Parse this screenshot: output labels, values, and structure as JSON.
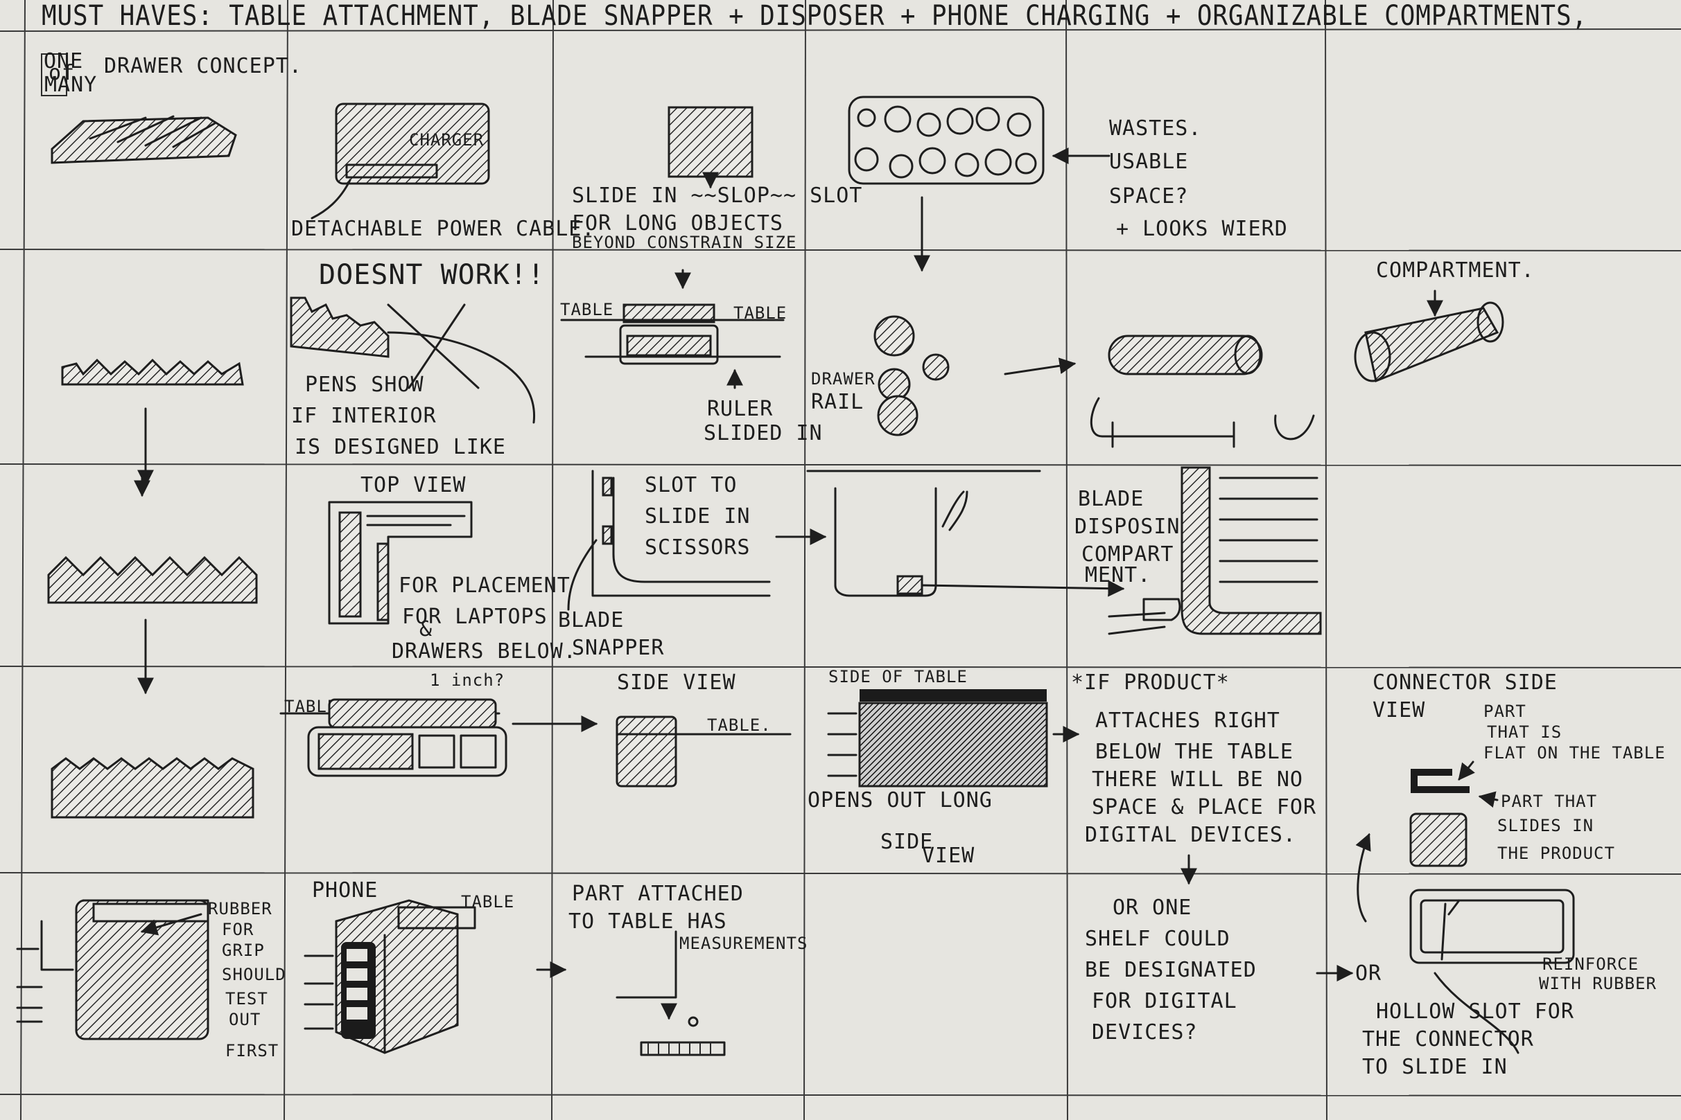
{
  "header": "MUST HAVES: TABLE ATTACHMENT, BLADE SNAPPER + DISPOSER + PHONE CHARGING + ORGANIZABLE COMPARTMENTS,",
  "row1": {
    "badge_top": "ONE",
    "badge_mid": "of",
    "badge_bot": "MANY",
    "drawer_concept": "DRAWER CONCEPT.",
    "charger_label": "CHARGER",
    "power_cable": "DETACHABLE POWER CABLE.",
    "slot_line1": "SLIDE IN ~~SLOP~~ SLOT",
    "slot_line2": "FOR LONG OBJECTS",
    "slot_line3": "BEYOND CONSTRAIN SIZE",
    "wastes_1": "WASTES.",
    "wastes_2": "USABLE",
    "wastes_3": "SPACE?",
    "wastes_4": "+ LOOKS WIERD"
  },
  "row2": {
    "doesnt_work": "DOESNT WORK!!",
    "pens_1": "PENS SHOW",
    "pens_2": "IF INTERIOR",
    "pens_3": "IS DESIGNED LIKE",
    "table_left": "TABLE",
    "table_right": "TABLE",
    "ruler_1": "RULER",
    "ruler_2": "SLIDED IN",
    "drawer_rail_1": "DRAWER",
    "drawer_rail_2": "RAIL",
    "compartment": "COMPARTMENT."
  },
  "row3": {
    "top_view": "TOP VIEW",
    "placement_1": "FOR PLACEMENT",
    "placement_2": "FOR LAPTOPS",
    "placement_3": "&",
    "placement_4": "DRAWERS BELOW.",
    "slot_to_1": "SLOT TO",
    "slot_to_2": "SLIDE IN",
    "slot_to_3": "SCISSORS",
    "blade_snapper_1": "BLADE",
    "blade_snapper_2": "SNAPPER",
    "blade_disp_1": "BLADE",
    "blade_disp_2": "DISPOSING",
    "blade_disp_3": "COMPART",
    "blade_disp_4": "MENT."
  },
  "row4": {
    "inch": "1 inch?",
    "table_small": "TABLE",
    "side_view": "SIDE VIEW",
    "table_side": "TABLE.",
    "side_of_table": "SIDE OF TABLE",
    "opens_out": "OPENS OUT LONG",
    "side_view_2a": "SIDE",
    "side_view_2b": "VIEW",
    "if_product": "*IF PRODUCT*",
    "attaches_1": "ATTACHES RIGHT",
    "attaches_2": "BELOW THE TABLE",
    "attaches_3": "THERE WILL BE NO",
    "attaches_4": "SPACE & PLACE FOR",
    "attaches_5": "DIGITAL DEVICES.",
    "connector_1": "CONNECTOR SIDE",
    "connector_2": "VIEW",
    "flat_1": "PART",
    "flat_2": "THAT IS",
    "flat_3": "FLAT ON THE TABLE",
    "slides_1": "PART THAT",
    "slides_2": "SLIDES IN",
    "slides_3": "THE PRODUCT"
  },
  "row5": {
    "phone": "PHONE",
    "table_label": "TABLE",
    "rubber_1": "RUBBER",
    "rubber_2": "FOR",
    "rubber_3": "GRIP",
    "rubber_4": "SHOULD",
    "rubber_5": "TEST",
    "rubber_6": "OUT",
    "rubber_7": "FIRST",
    "part_att_1": "PART ATTACHED",
    "part_att_2": "TO TABLE HAS",
    "part_att_3": "MEASUREMENTS",
    "or_one_1": "OR ONE",
    "or_one_2": "SHELF COULD",
    "or_one_3": "BE DESIGNATED",
    "or_one_4": "FOR DIGITAL",
    "or_one_5": "DEVICES?",
    "or": "OR",
    "reinforce_1": "REINFORCE",
    "reinforce_2": "WITH RUBBER",
    "hollow_1": "HOLLOW SLOT FOR",
    "hollow_2": "THE CONNECTOR",
    "hollow_3": "TO SLIDE IN"
  }
}
